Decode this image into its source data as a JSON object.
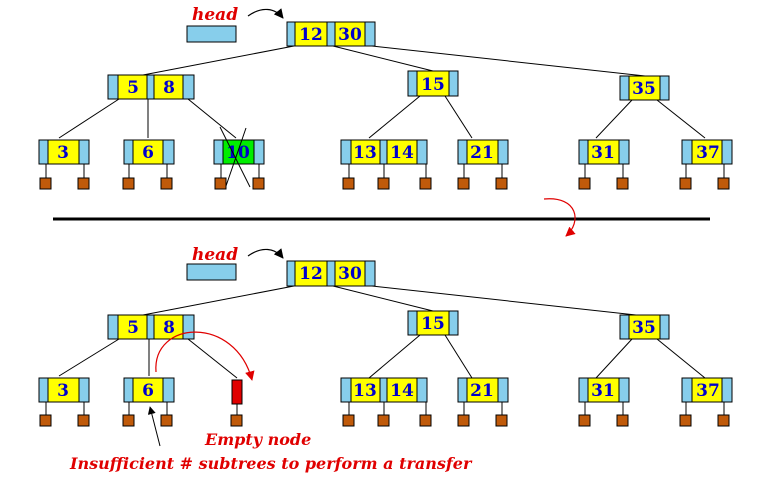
{
  "colors": {
    "node_fill": "#87ceeb",
    "key_fill": "#ffff00",
    "key_highlight": "#00ee00",
    "leaf_stub": "#c05a0a",
    "empty_node": "#e00000",
    "annotation": "#e00000",
    "key_text": "#0000cc"
  },
  "before": {
    "head_label": "head",
    "root_keys": [
      "12",
      "30"
    ],
    "internal_keys": [
      [
        "5",
        "8"
      ],
      [
        "15"
      ],
      [
        "35"
      ]
    ],
    "leaf_keys": [
      [
        "3"
      ],
      [
        "6"
      ],
      [
        "10"
      ],
      [
        "13",
        "14"
      ],
      [
        "21"
      ],
      [
        "31"
      ],
      [
        "37"
      ]
    ],
    "deleted_key": "10"
  },
  "after": {
    "head_label": "head",
    "root_keys": [
      "12",
      "30"
    ],
    "internal_keys": [
      [
        "5",
        "8"
      ],
      [
        "15"
      ],
      [
        "35"
      ]
    ],
    "leaf_keys": [
      [
        "3"
      ],
      [
        "6"
      ],
      [
        "13",
        "14"
      ],
      [
        "21"
      ],
      [
        "31"
      ],
      [
        "37"
      ]
    ],
    "empty_node_label": "Empty node",
    "note": "Insufficient # subtrees to perform a transfer"
  }
}
